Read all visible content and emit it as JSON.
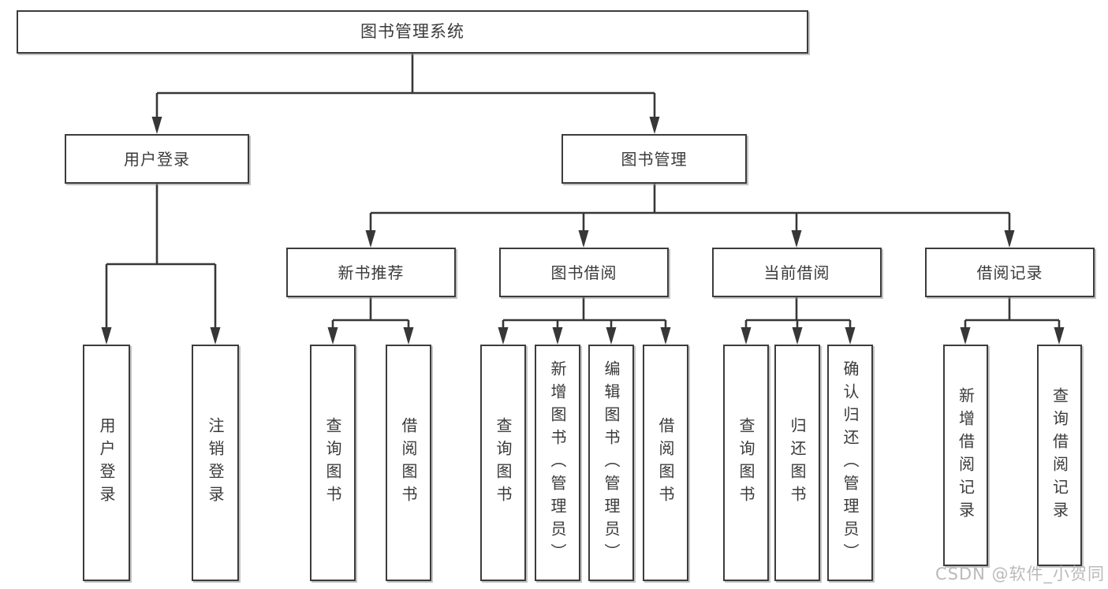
{
  "diagram_title": "图书管理系统",
  "watermark": {
    "text": "CSDN @软件_小贺同学"
  },
  "nodes": {
    "root": {
      "label": "图书管理系统"
    },
    "user_login": {
      "label": "用户登录"
    },
    "book_mgmt": {
      "label": "图书管理"
    },
    "new_book_rec": {
      "label": "新书推荐"
    },
    "book_borrow": {
      "label": "图书借阅"
    },
    "current_borrow": {
      "label": "当前借阅"
    },
    "borrow_record": {
      "label": "借阅记录"
    },
    "user_login_leaf": {
      "label": "用户登录"
    },
    "logout_leaf": {
      "label": "注销登录"
    },
    "rec_query_book": {
      "label": "查询图书"
    },
    "rec_borrow_book": {
      "label": "借阅图书"
    },
    "bor_query_book": {
      "label": "查询图书"
    },
    "bor_add_book": {
      "label": "新增图书（管理员）"
    },
    "bor_edit_book": {
      "label": "编辑图书（管理员）"
    },
    "bor_borrow_book": {
      "label": "借阅图书"
    },
    "cur_query_book": {
      "label": "查询图书"
    },
    "cur_return_book": {
      "label": "归还图书"
    },
    "cur_confirm_return": {
      "label": "确认归还（管理员）"
    },
    "rcd_add_record": {
      "label": "新增借阅记录"
    },
    "rcd_query_record": {
      "label": "查询借阅记录"
    }
  },
  "edges": [
    [
      "root",
      "user_login"
    ],
    [
      "root",
      "book_mgmt"
    ],
    [
      "user_login",
      "user_login_leaf"
    ],
    [
      "user_login",
      "logout_leaf"
    ],
    [
      "book_mgmt",
      "new_book_rec"
    ],
    [
      "book_mgmt",
      "book_borrow"
    ],
    [
      "book_mgmt",
      "current_borrow"
    ],
    [
      "book_mgmt",
      "borrow_record"
    ],
    [
      "new_book_rec",
      "rec_query_book"
    ],
    [
      "new_book_rec",
      "rec_borrow_book"
    ],
    [
      "book_borrow",
      "bor_query_book"
    ],
    [
      "book_borrow",
      "bor_add_book"
    ],
    [
      "book_borrow",
      "bor_edit_book"
    ],
    [
      "book_borrow",
      "bor_borrow_book"
    ],
    [
      "current_borrow",
      "cur_query_book"
    ],
    [
      "current_borrow",
      "cur_return_book"
    ],
    [
      "current_borrow",
      "cur_confirm_return"
    ],
    [
      "borrow_record",
      "rcd_add_record"
    ],
    [
      "borrow_record",
      "rcd_query_record"
    ]
  ]
}
